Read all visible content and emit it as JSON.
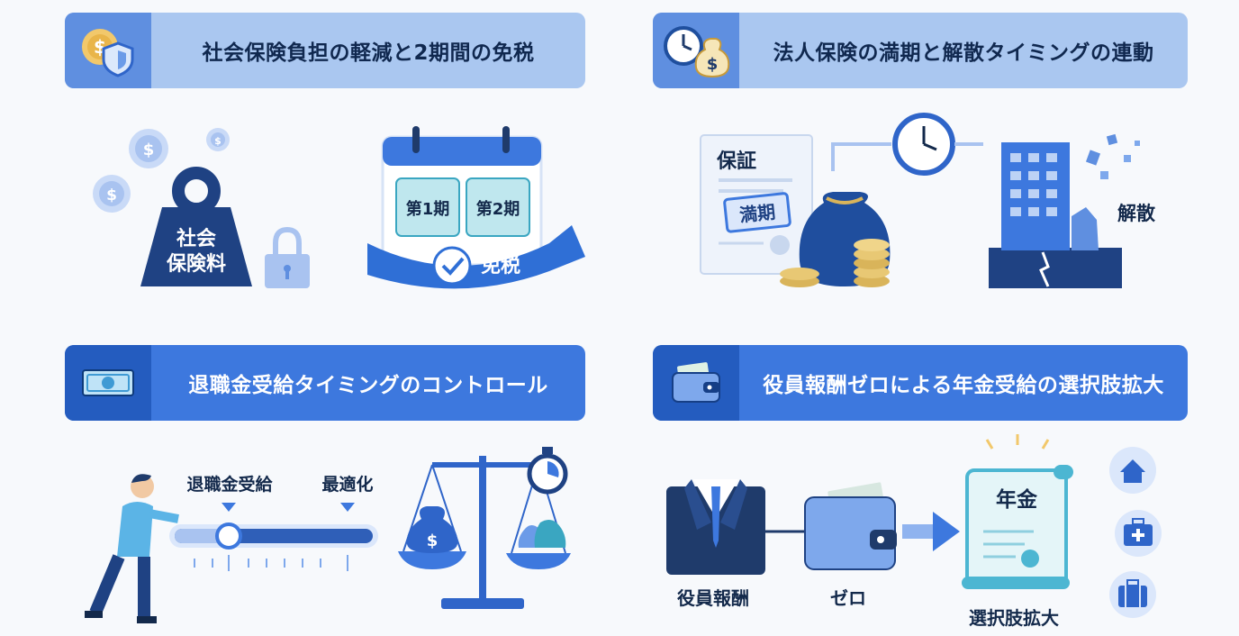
{
  "panels": {
    "p1": {
      "title": "社会保険負担の軽減と2期間の免税",
      "weight_label": "社会\n保険料",
      "period1": "第1期",
      "period2": "第2期",
      "ribbon": "免税"
    },
    "p2": {
      "title": "法人保険の満期と解散タイミングの連動",
      "doc_title": "保証",
      "stamp": "満期",
      "dissolve": "解散"
    },
    "p3": {
      "title": "退職金受給タイミングのコントロール",
      "slider_left": "退職金受給",
      "slider_right": "最適化"
    },
    "p4": {
      "title": "役員報酬ゼロによる年金受給の選択肢拡大",
      "label_suit": "役員報酬",
      "label_wallet": "ゼロ",
      "label_scroll": "選択肢拡大",
      "scroll_text": "年金"
    }
  },
  "icons": [
    "dollar-shield-icon",
    "clock-moneybag-icon",
    "banknote-icon",
    "wallet-icon",
    "house-icon",
    "medical-bag-icon",
    "suitcase-icon"
  ],
  "colors": {
    "dark_blue": "#245cbf",
    "mid_blue": "#3d78de",
    "light_blue": "#aac7f0",
    "navy": "#1f3b6b"
  }
}
